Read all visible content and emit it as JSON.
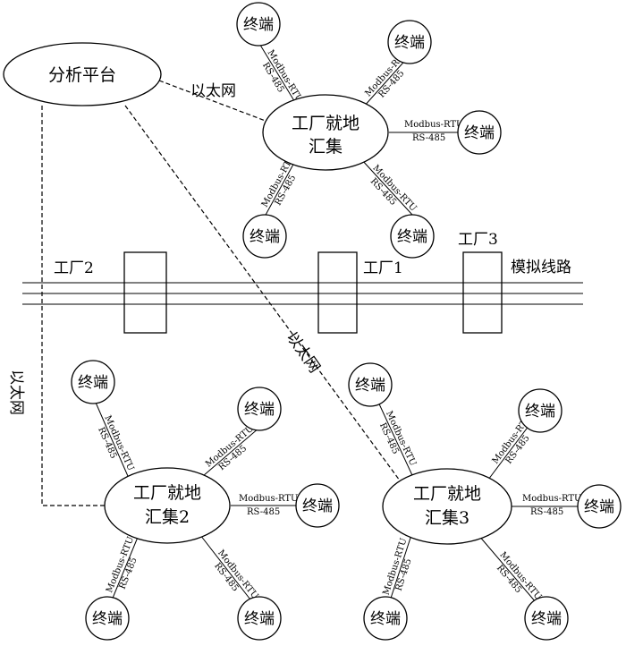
{
  "platform": {
    "label": "分析平台"
  },
  "ethernet_label": "以太网",
  "analog_line_label": "模拟线路",
  "terminal_label": "终端",
  "link": {
    "protocol": "Modbus-RTU",
    "interface": "RS-485"
  },
  "factories": {
    "f1": "工厂1",
    "f2": "工厂2",
    "f3": "工厂3"
  },
  "hubs": {
    "h1": {
      "line1": "工厂就地",
      "line2": "汇集"
    },
    "h2": {
      "line1": "工厂就地",
      "line2": "汇集2"
    },
    "h3": {
      "line1": "工厂就地",
      "line2": "汇集3"
    }
  }
}
